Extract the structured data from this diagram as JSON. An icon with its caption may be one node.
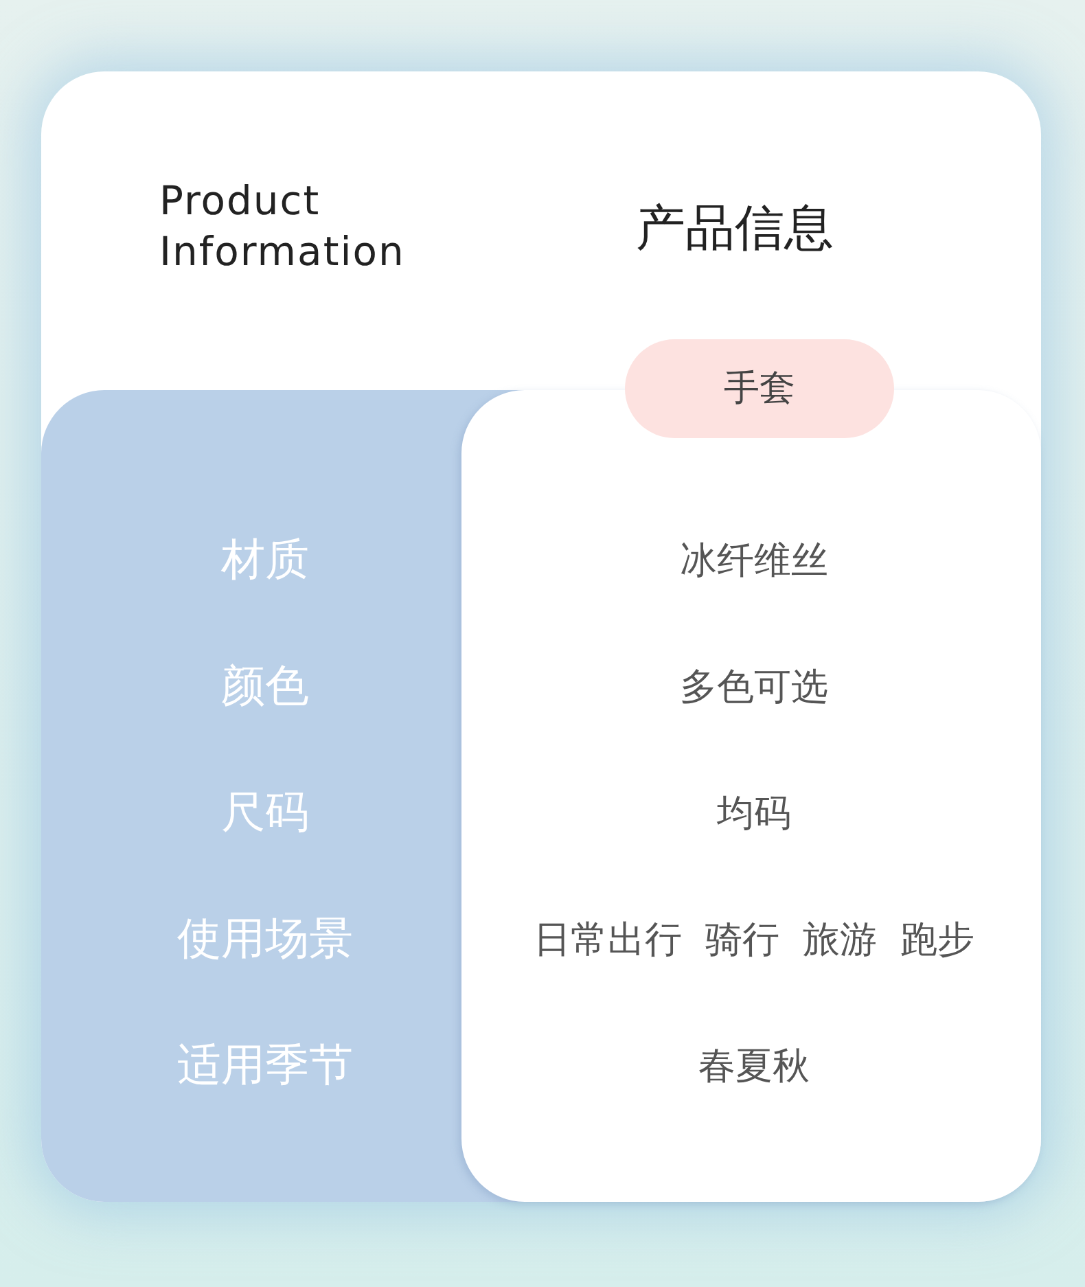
{
  "diagram": {
    "title": "产品信息",
    "labels": [
      "Product Information",
      "手套",
      "材质",
      "冰纤维丝",
      "颜色",
      "多色可选",
      "尺码",
      "均码",
      "使用场景",
      "日常出行  骑行  旅游  跑步",
      "适用季节",
      "春夏秋"
    ]
  }
}
